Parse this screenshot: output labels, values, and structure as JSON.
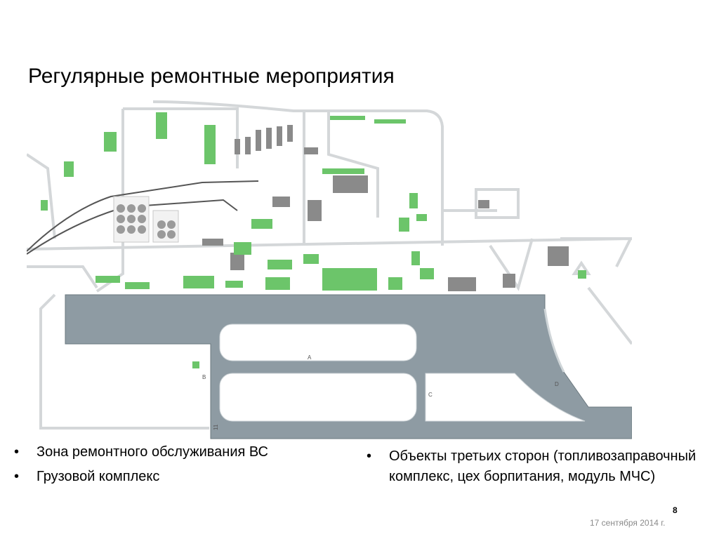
{
  "title": "Регулярные ремонтные мероприятия",
  "map": {
    "labels": [
      "A",
      "B",
      "C",
      "D",
      "11"
    ],
    "colors": {
      "runway": "#8e9ba3",
      "building": "#8a8a8a",
      "highlight": "#6cc56a",
      "road": "#d4d7d9"
    }
  },
  "bullets_left": [
    "Зона ремонтного обслуживания ВС",
    "Грузовой комплекс"
  ],
  "bullets_right": [
    "Объекты третьих сторон (топливозаправочный комплекс, цех борпитания, модуль МЧС)"
  ],
  "page_number": "8",
  "date": "17 сентября 2014 г."
}
